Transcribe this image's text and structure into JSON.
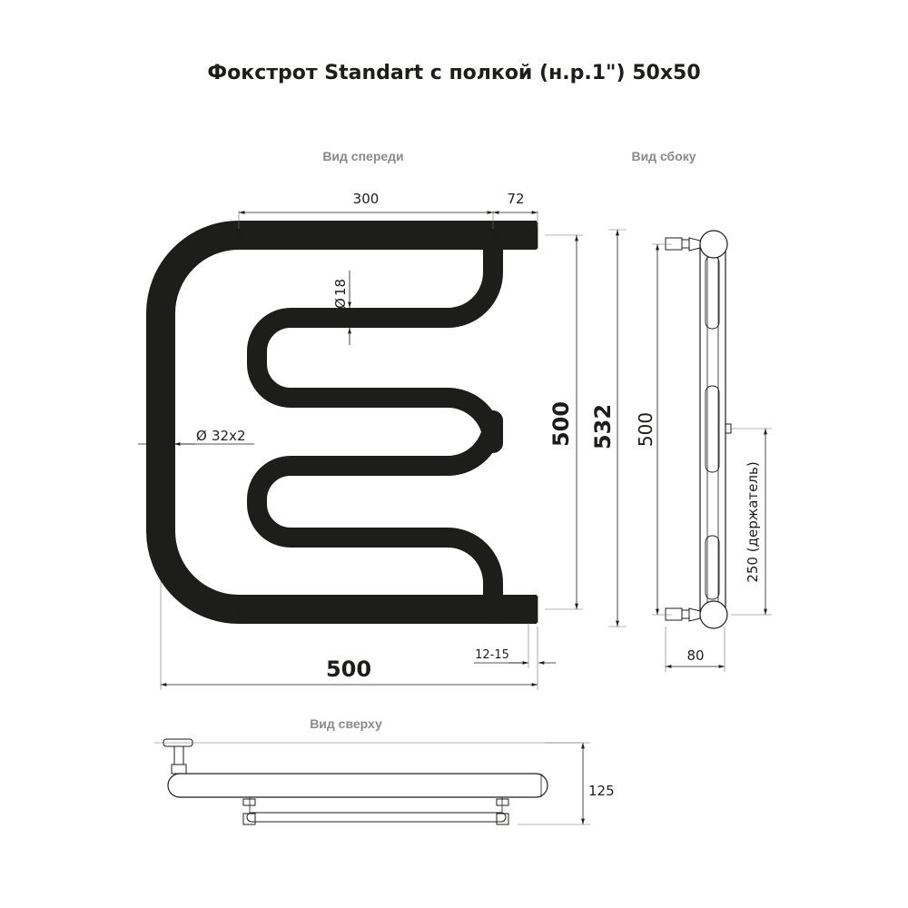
{
  "title": "Фокстрот Standart с полкой (н.р.1\") 50x50",
  "views": {
    "front": "Вид спереди",
    "side": "Вид сбоку",
    "top": "Вид сверху"
  },
  "front_dims": {
    "shelf_length": "300",
    "overhang": "72",
    "pipe_diameter": "18",
    "main_pipe": "32x2",
    "height_centers": "500",
    "height_total": "532",
    "width": "500",
    "wall_gap": "12-15"
  },
  "side_dims": {
    "height": "500",
    "holder": "250 (держатель)",
    "depth": "80"
  },
  "top_dims": {
    "depth": "125"
  }
}
